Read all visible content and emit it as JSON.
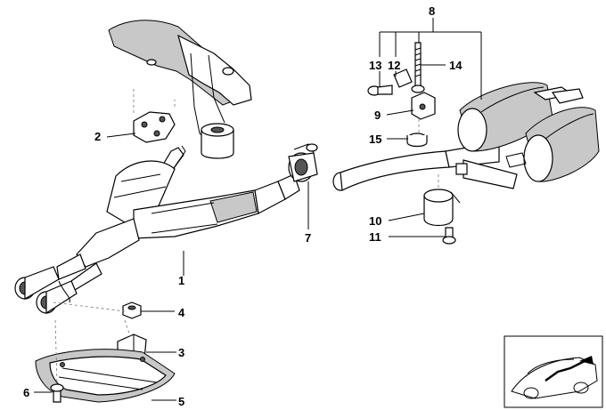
{
  "diagram": {
    "callouts": [
      {
        "id": "c1",
        "label": "1"
      },
      {
        "id": "c2",
        "label": "2"
      },
      {
        "id": "c3",
        "label": "3"
      },
      {
        "id": "c4",
        "label": "4"
      },
      {
        "id": "c5",
        "label": "5"
      },
      {
        "id": "c6",
        "label": "6"
      },
      {
        "id": "c7",
        "label": "7"
      },
      {
        "id": "c8",
        "label": "8"
      },
      {
        "id": "c9",
        "label": "9"
      },
      {
        "id": "c10",
        "label": "10"
      },
      {
        "id": "c11",
        "label": "11"
      },
      {
        "id": "c12",
        "label": "12"
      },
      {
        "id": "c13",
        "label": "13"
      },
      {
        "id": "c14",
        "label": "14"
      },
      {
        "id": "c15",
        "label": "15"
      }
    ],
    "colors": {
      "line": "#000000",
      "shade": "#c8c8c8",
      "background": "#ffffff"
    }
  }
}
